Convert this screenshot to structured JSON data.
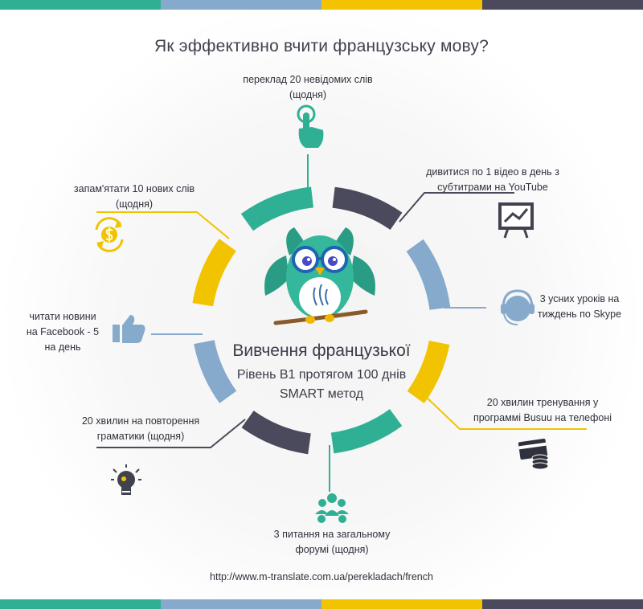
{
  "title": "Як эффективно вчити французську мову?",
  "center": {
    "line1": "Вивчення французької",
    "line2": "Рівень В1 протягом 100 днів",
    "line3": "SMART метод"
  },
  "items": {
    "translate": [
      "переклад 20 невідомих слів",
      "(щодня)"
    ],
    "video": [
      "дивитися по 1 відео в день з",
      "субтитрами на YouTube"
    ],
    "skype": [
      "3 усних уроків на",
      "тиждень по Skype"
    ],
    "busuu": [
      "20 хвилин тренування у",
      "программі Busuu на телефоні"
    ],
    "forum": [
      "3 питання на загальному",
      "форумі (щодня)"
    ],
    "grammar": [
      "20 хвилин на повторення",
      "граматики (щодня)"
    ],
    "facebook": [
      "читати новини",
      "на Facebook - 5",
      "на день"
    ],
    "memorize": [
      "запам'ятати 10 нових слів",
      "(щодня)"
    ]
  },
  "url": "http://www.m-translate.com.ua/perekladach/french",
  "colors": {
    "teal": "#2fb094",
    "dark": "#4a4a5c",
    "blue": "#86aacb",
    "yellow": "#f2c300"
  },
  "icons": [
    "tap-finger-icon",
    "presentation-chart-icon",
    "headset-icon",
    "credit-card-coins-icon",
    "group-people-icon",
    "lightbulb-icon",
    "thumbs-up-icon",
    "dollar-recycle-icon",
    "owl-mascot-icon"
  ]
}
